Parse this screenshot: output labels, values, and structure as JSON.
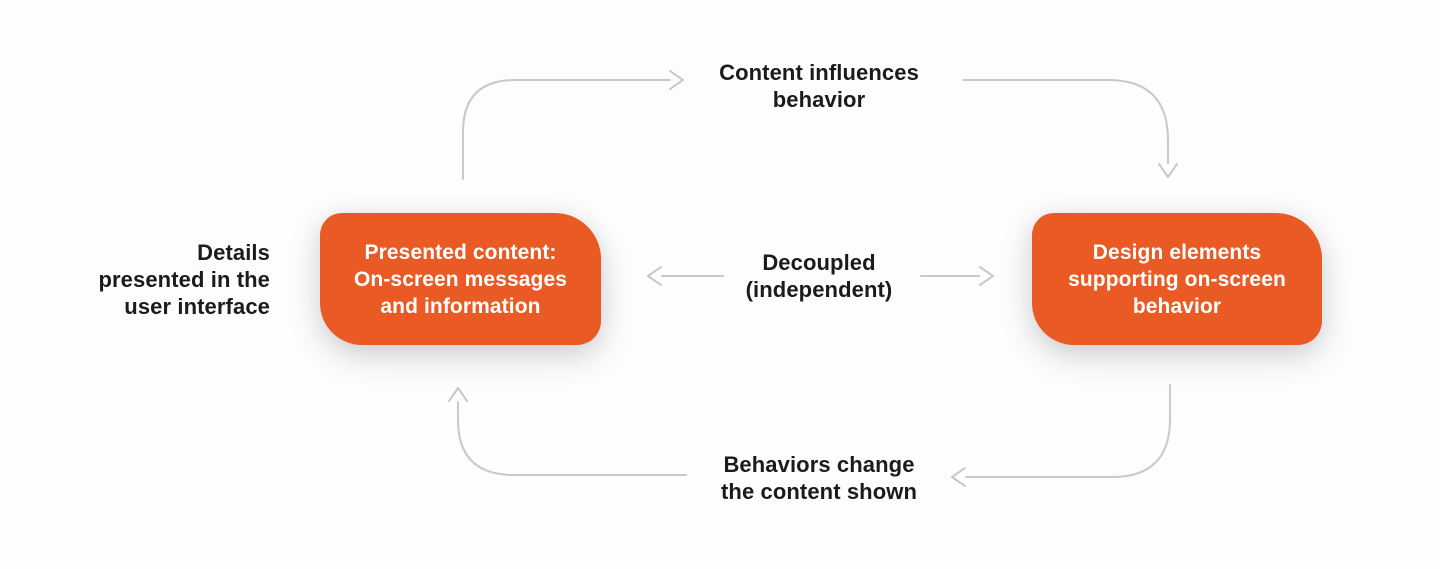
{
  "colors": {
    "background": "#FDFDFD",
    "accent": "#EA5A25",
    "label_text": "#1B1B1B",
    "box_text": "#FFFFFF",
    "arrow": "#C8C9CA"
  },
  "diagram": {
    "left_label": {
      "line1": "Details",
      "line2": "presented in the",
      "line3": "user interface"
    },
    "left_box": {
      "line1": "Presented content:",
      "line2": "On-screen messages",
      "line3": "and information"
    },
    "center_label": {
      "line1": "Decoupled",
      "line2": "(independent)"
    },
    "right_box": {
      "line1": "Design elements",
      "line2": "supporting on-screen",
      "line3": "behavior"
    },
    "top_label": {
      "line1": "Content influences",
      "line2": "behavior"
    },
    "bottom_label": {
      "line1": "Behaviors change",
      "line2": "the content shown"
    },
    "arrow_names": [
      "left-box-to-top-label",
      "top-label-to-right-box",
      "center-to-left-box",
      "center-to-right-box",
      "right-box-to-bottom-label",
      "bottom-label-to-left-box"
    ]
  }
}
